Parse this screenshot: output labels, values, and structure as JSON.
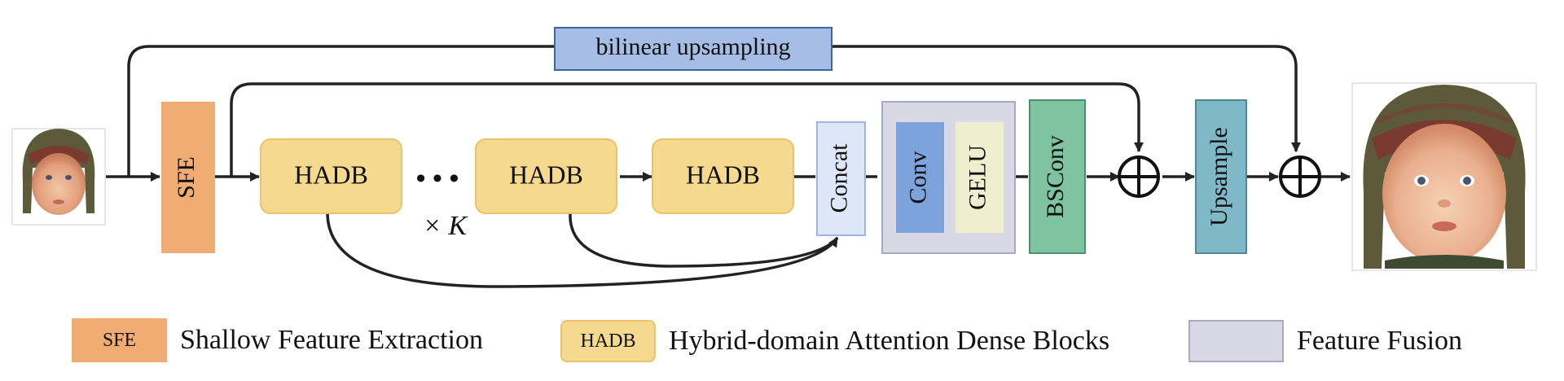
{
  "diagram": {
    "skip_label": "bilinear upsampling",
    "sfe_label": "SFE",
    "hadb_labels": [
      "HADB",
      "HADB",
      "HADB"
    ],
    "ellipsis": "• • •",
    "repeat_label": "× K",
    "concat_label": "Concat",
    "conv_label": "Conv",
    "gelu_label": "GELU",
    "bsconv_label": "BSConv",
    "upsample_label": "Upsample"
  },
  "legend": [
    {
      "abbr": "SFE",
      "text": "Shallow Feature Extraction"
    },
    {
      "abbr": "HADB",
      "text": "Hybrid-domain Attention Dense Blocks"
    },
    {
      "abbr": "",
      "text": "Feature Fusion"
    }
  ],
  "colors": {
    "sfe": "#f0ac72",
    "hadb": "#f5d98e",
    "concat": "#dde7f7",
    "fusion": "#d9d9e6",
    "conv": "#7da3dc",
    "gelu": "#efefd0",
    "bsconv": "#7fc4a1",
    "upsample": "#7fb9c7",
    "skip": "#a6bde6"
  },
  "images": {
    "input_image": "baby-face-low-resolution",
    "output_image": "baby-face-high-resolution"
  }
}
